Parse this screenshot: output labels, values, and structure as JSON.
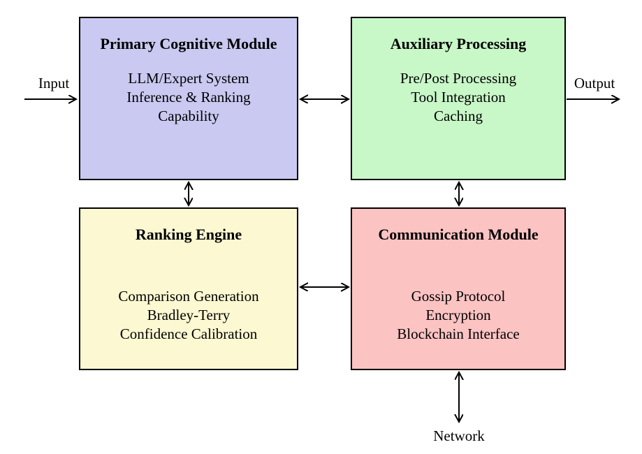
{
  "figure": {
    "modules": [
      {
        "id": "primary-cognitive-module",
        "title": "Primary Cognitive Module",
        "lines": [
          "LLM/Expert System",
          "Inference & Ranking",
          "Capability"
        ],
        "fill": "#c9c9f1"
      },
      {
        "id": "auxiliary-processing",
        "title": "Auxiliary Processing",
        "lines": [
          "Pre/Post Processing",
          "Tool Integration",
          "Caching"
        ],
        "fill": "#c8f7c8"
      },
      {
        "id": "ranking-engine",
        "title": "Ranking Engine",
        "lines": [
          "Comparison Generation",
          "Bradley-Terry",
          "Confidence Calibration"
        ],
        "fill": "#fbf8d2"
      },
      {
        "id": "communication-module",
        "title": "Communication Module",
        "lines": [
          "Gossip Protocol",
          "Encryption",
          "Blockchain Interface"
        ],
        "fill": "#fcc3c3"
      }
    ],
    "edge_labels": {
      "input": "Input",
      "output": "Output",
      "network": "Network"
    },
    "connections": [
      {
        "from": "Input",
        "to": "Primary Cognitive Module",
        "direction": "one-way"
      },
      {
        "from": "Primary Cognitive Module",
        "to": "Auxiliary Processing",
        "direction": "two-way"
      },
      {
        "from": "Auxiliary Processing",
        "to": "Output",
        "direction": "one-way"
      },
      {
        "from": "Primary Cognitive Module",
        "to": "Ranking Engine",
        "direction": "two-way"
      },
      {
        "from": "Auxiliary Processing",
        "to": "Communication Module",
        "direction": "two-way"
      },
      {
        "from": "Ranking Engine",
        "to": "Communication Module",
        "direction": "two-way"
      },
      {
        "from": "Communication Module",
        "to": "Network",
        "direction": "two-way"
      }
    ],
    "stroke_color": "#000000",
    "background": "#ffffff"
  }
}
